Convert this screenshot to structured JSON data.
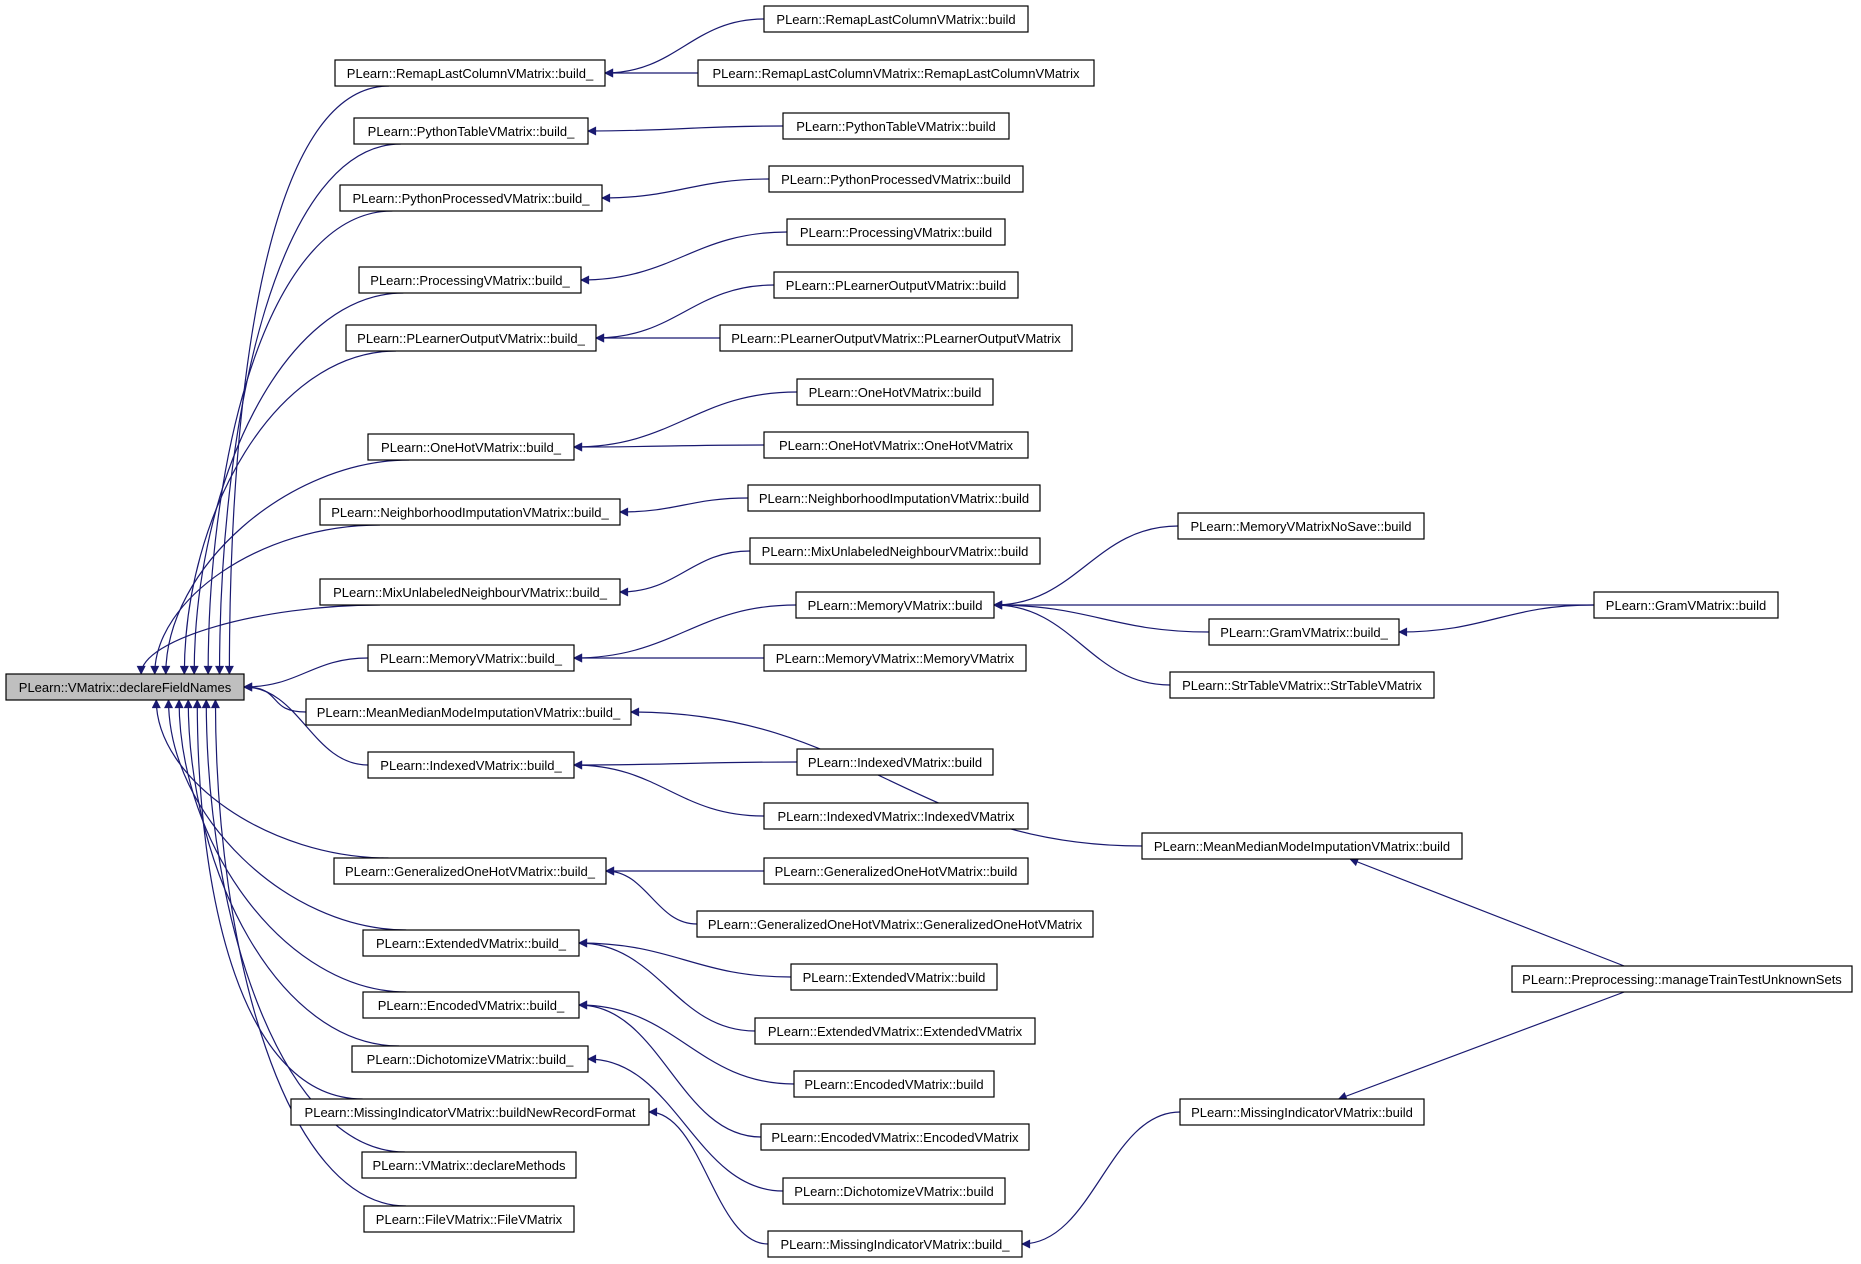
{
  "colors": {
    "edge": "#191970",
    "node_border": "#000000",
    "node_fill": "#ffffff",
    "root_fill": "#bfbfbf"
  },
  "nodes": [
    {
      "id": "root",
      "label": "PLearn::VMatrix::declareFieldNames",
      "root": true
    },
    {
      "id": "remap_b_",
      "label": "PLearn::RemapLastColumnVMatrix::build_"
    },
    {
      "id": "python_tbl_b_",
      "label": "PLearn::PythonTableVMatrix::build_"
    },
    {
      "id": "python_proc_b_",
      "label": "PLearn::PythonProcessedVMatrix::build_"
    },
    {
      "id": "processing_b_",
      "label": "PLearn::ProcessingVMatrix::build_"
    },
    {
      "id": "plearner_b_",
      "label": "PLearn::PLearnerOutputVMatrix::build_"
    },
    {
      "id": "onehot_b_",
      "label": "PLearn::OneHotVMatrix::build_"
    },
    {
      "id": "neigh_b_",
      "label": "PLearn::NeighborhoodImputationVMatrix::build_"
    },
    {
      "id": "mixunl_b_",
      "label": "PLearn::MixUnlabeledNeighbourVMatrix::build_"
    },
    {
      "id": "memory_b_",
      "label": "PLearn::MemoryVMatrix::build_"
    },
    {
      "id": "meanmed_b_",
      "label": "PLearn::MeanMedianModeImputationVMatrix::build_"
    },
    {
      "id": "indexed_b_",
      "label": "PLearn::IndexedVMatrix::build_"
    },
    {
      "id": "genonehot_b_",
      "label": "PLearn::GeneralizedOneHotVMatrix::build_"
    },
    {
      "id": "extended_b_",
      "label": "PLearn::ExtendedVMatrix::build_"
    },
    {
      "id": "encoded_b_",
      "label": "PLearn::EncodedVMatrix::build_"
    },
    {
      "id": "dicho_b_",
      "label": "PLearn::DichotomizeVMatrix::build_"
    },
    {
      "id": "missing_bnrf",
      "label": "PLearn::MissingIndicatorVMatrix::buildNewRecordFormat"
    },
    {
      "id": "declare_methods",
      "label": "PLearn::VMatrix::declareMethods"
    },
    {
      "id": "file_ctor",
      "label": "PLearn::FileVMatrix::FileVMatrix"
    },
    {
      "id": "remap_b",
      "label": "PLearn::RemapLastColumnVMatrix::build"
    },
    {
      "id": "remap_ctor",
      "label": "PLearn::RemapLastColumnVMatrix::RemapLastColumnVMatrix"
    },
    {
      "id": "python_tbl_b",
      "label": "PLearn::PythonTableVMatrix::build"
    },
    {
      "id": "python_proc_b",
      "label": "PLearn::PythonProcessedVMatrix::build"
    },
    {
      "id": "processing_b",
      "label": "PLearn::ProcessingVMatrix::build"
    },
    {
      "id": "plearner_b",
      "label": "PLearn::PLearnerOutputVMatrix::build"
    },
    {
      "id": "plearner_ctor",
      "label": "PLearn::PLearnerOutputVMatrix::PLearnerOutputVMatrix"
    },
    {
      "id": "onehot_b",
      "label": "PLearn::OneHotVMatrix::build"
    },
    {
      "id": "onehot_ctor",
      "label": "PLearn::OneHotVMatrix::OneHotVMatrix"
    },
    {
      "id": "neigh_b",
      "label": "PLearn::NeighborhoodImputationVMatrix::build"
    },
    {
      "id": "mixunl_b",
      "label": "PLearn::MixUnlabeledNeighbourVMatrix::build"
    },
    {
      "id": "memory_b",
      "label": "PLearn::MemoryVMatrix::build"
    },
    {
      "id": "memory_ctor",
      "label": "PLearn::MemoryVMatrix::MemoryVMatrix"
    },
    {
      "id": "indexed_b",
      "label": "PLearn::IndexedVMatrix::build"
    },
    {
      "id": "indexed_ctor",
      "label": "PLearn::IndexedVMatrix::IndexedVMatrix"
    },
    {
      "id": "genonehot_b",
      "label": "PLearn::GeneralizedOneHotVMatrix::build"
    },
    {
      "id": "genonehot_ctor",
      "label": "PLearn::GeneralizedOneHotVMatrix::GeneralizedOneHotVMatrix"
    },
    {
      "id": "extended_b",
      "label": "PLearn::ExtendedVMatrix::build"
    },
    {
      "id": "extended_ctor",
      "label": "PLearn::ExtendedVMatrix::ExtendedVMatrix"
    },
    {
      "id": "encoded_b",
      "label": "PLearn::EncodedVMatrix::build"
    },
    {
      "id": "encoded_ctor",
      "label": "PLearn::EncodedVMatrix::EncodedVMatrix"
    },
    {
      "id": "dicho_b",
      "label": "PLearn::DichotomizeVMatrix::build"
    },
    {
      "id": "missing_b_",
      "label": "PLearn::MissingIndicatorVMatrix::build_"
    },
    {
      "id": "memnosave_b",
      "label": "PLearn::MemoryVMatrixNoSave::build"
    },
    {
      "id": "gram_b_",
      "label": "PLearn::GramVMatrix::build_"
    },
    {
      "id": "strtable_ctor",
      "label": "PLearn::StrTableVMatrix::StrTableVMatrix"
    },
    {
      "id": "meanmed_b",
      "label": "PLearn::MeanMedianModeImputationVMatrix::build"
    },
    {
      "id": "missing_b",
      "label": "PLearn::MissingIndicatorVMatrix::build"
    },
    {
      "id": "gram_b",
      "label": "PLearn::GramVMatrix::build"
    },
    {
      "id": "preproc_mttus",
      "label": "PLearn::Preprocessing::manageTrainTestUnknownSets"
    }
  ],
  "edges": [
    [
      "remap_b_",
      "root"
    ],
    [
      "python_tbl_b_",
      "root"
    ],
    [
      "python_proc_b_",
      "root"
    ],
    [
      "processing_b_",
      "root"
    ],
    [
      "plearner_b_",
      "root"
    ],
    [
      "onehot_b_",
      "root"
    ],
    [
      "neigh_b_",
      "root"
    ],
    [
      "mixunl_b_",
      "root"
    ],
    [
      "memory_b_",
      "root"
    ],
    [
      "meanmed_b_",
      "root"
    ],
    [
      "indexed_b_",
      "root"
    ],
    [
      "genonehot_b_",
      "root"
    ],
    [
      "extended_b_",
      "root"
    ],
    [
      "encoded_b_",
      "root"
    ],
    [
      "dicho_b_",
      "root"
    ],
    [
      "missing_bnrf",
      "root"
    ],
    [
      "declare_methods",
      "root"
    ],
    [
      "file_ctor",
      "root"
    ],
    [
      "remap_b",
      "remap_b_"
    ],
    [
      "remap_ctor",
      "remap_b_"
    ],
    [
      "python_tbl_b",
      "python_tbl_b_"
    ],
    [
      "python_proc_b",
      "python_proc_b_"
    ],
    [
      "processing_b",
      "processing_b_"
    ],
    [
      "plearner_b",
      "plearner_b_"
    ],
    [
      "plearner_ctor",
      "plearner_b_"
    ],
    [
      "onehot_b",
      "onehot_b_"
    ],
    [
      "onehot_ctor",
      "onehot_b_"
    ],
    [
      "neigh_b",
      "neigh_b_"
    ],
    [
      "mixunl_b",
      "mixunl_b_"
    ],
    [
      "memory_b",
      "memory_b_"
    ],
    [
      "memory_ctor",
      "memory_b_"
    ],
    [
      "meanmed_b",
      "meanmed_b_"
    ],
    [
      "indexed_b",
      "indexed_b_"
    ],
    [
      "indexed_ctor",
      "indexed_b_"
    ],
    [
      "genonehot_b",
      "genonehot_b_"
    ],
    [
      "genonehot_ctor",
      "genonehot_b_"
    ],
    [
      "extended_b",
      "extended_b_"
    ],
    [
      "extended_ctor",
      "extended_b_"
    ],
    [
      "encoded_b",
      "encoded_b_"
    ],
    [
      "encoded_ctor",
      "encoded_b_"
    ],
    [
      "dicho_b",
      "dicho_b_"
    ],
    [
      "missing_b_",
      "missing_bnrf"
    ],
    [
      "memnosave_b",
      "memory_b"
    ],
    [
      "gram_b",
      "memory_b"
    ],
    [
      "gram_b_",
      "memory_b"
    ],
    [
      "strtable_ctor",
      "memory_b"
    ],
    [
      "gram_b",
      "gram_b_"
    ],
    [
      "preproc_mttus",
      "meanmed_b"
    ],
    [
      "preproc_mttus",
      "missing_b"
    ],
    [
      "missing_b",
      "missing_b_"
    ]
  ]
}
